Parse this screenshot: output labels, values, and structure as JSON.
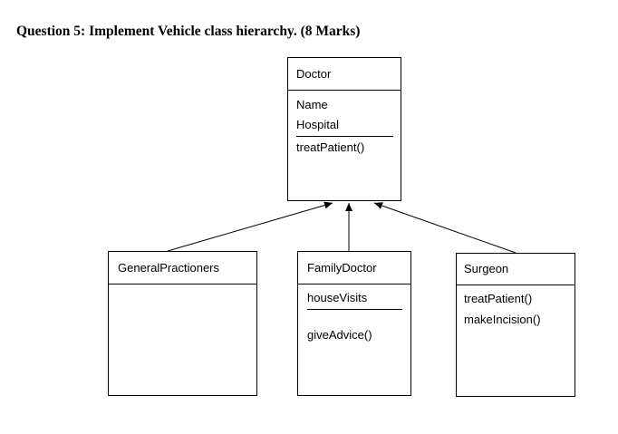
{
  "question": {
    "title": "Question 5: Implement Vehicle class hierarchy. (8 Marks)"
  },
  "classes": {
    "doctor": {
      "name": "Doctor",
      "attributes": [
        "Name",
        "Hospital"
      ],
      "methods": [
        "treatPatient()"
      ]
    },
    "general_practioners": {
      "name": "GeneralPractioners",
      "attributes": [],
      "methods": []
    },
    "family_doctor": {
      "name": "FamilyDoctor",
      "attributes": [
        "houseVisits"
      ],
      "methods": [
        "giveAdvice()"
      ]
    },
    "surgeon": {
      "name": "Surgeon",
      "attributes": [],
      "methods": [
        "treatPatient()",
        "makeIncision()"
      ]
    }
  },
  "relationships": [
    {
      "type": "inheritance",
      "from": "GeneralPractioners",
      "to": "Doctor"
    },
    {
      "type": "inheritance",
      "from": "FamilyDoctor",
      "to": "Doctor"
    },
    {
      "type": "inheritance",
      "from": "Surgeon",
      "to": "Doctor"
    }
  ]
}
